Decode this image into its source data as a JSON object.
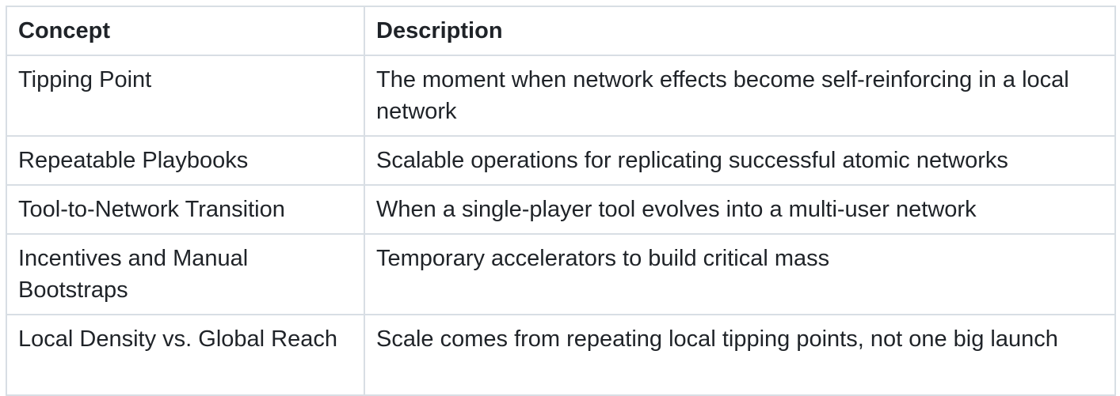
{
  "table": {
    "headers": [
      "Concept",
      "Description"
    ],
    "rows": [
      {
        "concept": "Tipping Point",
        "description": "The moment when network effects become self-reinforcing in a local network"
      },
      {
        "concept": "Repeatable Playbooks",
        "description": "Scalable operations for replicating successful atomic networks"
      },
      {
        "concept": "Tool-to-Network Transition",
        "description": "When a single-player tool evolves into a multi-user network"
      },
      {
        "concept": "Incentives and Manual Bootstraps",
        "description": "Temporary accelerators to build critical mass"
      },
      {
        "concept": "Local Density vs. Global Reach",
        "description": "Scale comes from repeating local tipping points, not one big launch"
      }
    ]
  }
}
